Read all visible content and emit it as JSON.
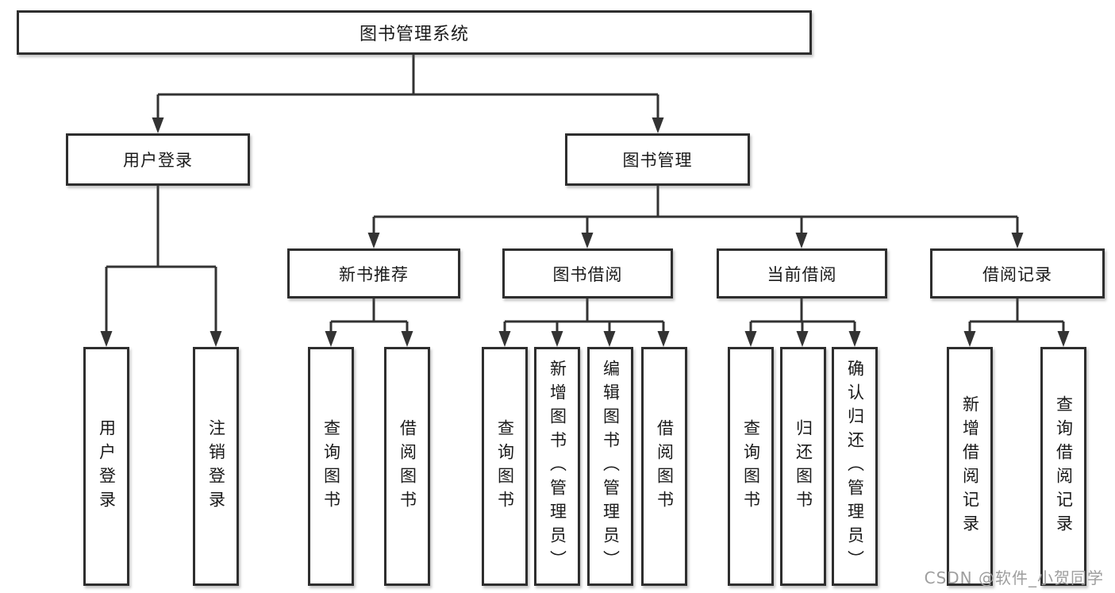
{
  "tree": {
    "root": "图书管理系统",
    "user_login": {
      "label": "用户登录",
      "children": [
        "用户登录",
        "注销登录"
      ]
    },
    "book_mgmt": {
      "label": "图书管理",
      "groups": [
        {
          "label": "新书推荐",
          "children": [
            "查询图书",
            "借阅图书"
          ]
        },
        {
          "label": "图书借阅",
          "children": [
            "查询图书",
            "新增图书（管理员）",
            "编辑图书（管理员）",
            "借阅图书"
          ]
        },
        {
          "label": "当前借阅",
          "children": [
            "查询图书",
            "归还图书",
            "确认归还（管理员）"
          ]
        },
        {
          "label": "借阅记录",
          "children": [
            "新增借阅记录",
            "查询借阅记录"
          ]
        }
      ]
    }
  },
  "watermark": "CSDN @软件_小贺同学",
  "colors": {
    "line": "#333333",
    "box_border": "#2e2e2e",
    "text": "#1a1a1a",
    "watermark": "#9e9e9e",
    "background": "#ffffff"
  }
}
